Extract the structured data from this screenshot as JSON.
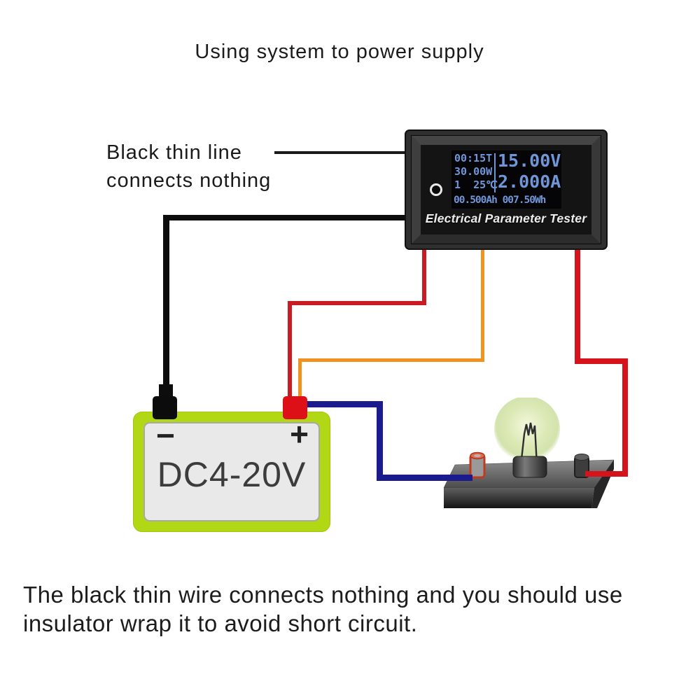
{
  "title": "Using system to power supply",
  "annotation": {
    "line1": "Black thin line",
    "line2": "connects nothing"
  },
  "caption": {
    "line1": "The black thin wire connects nothing and you should use",
    "line2": "insulator wrap it to avoid short circuit."
  },
  "tester": {
    "label": "Electrical Parameter Tester",
    "display": {
      "time": "00:15T",
      "power": "30.00W",
      "temp": "1  25℃",
      "voltage": "15.00V",
      "current": "2.000A",
      "energy": "00.500Ah 007.50Wh",
      "text_color": "#7096d8",
      "background": "#050507"
    }
  },
  "battery": {
    "label": "DC4-20V",
    "minus": "−",
    "plus": "+",
    "body_color": "#b2d714",
    "inner_color": "#e9e9e9",
    "neg_terminal_color": "#0c0c0c",
    "pos_terminal_color": "#dc1016"
  },
  "wires": {
    "black_thick": "#0d0d0d",
    "red_thin": "#c91b22",
    "orange": "#f0921e",
    "red_thick": "#d6121b",
    "blue": "#1b1b8e"
  }
}
